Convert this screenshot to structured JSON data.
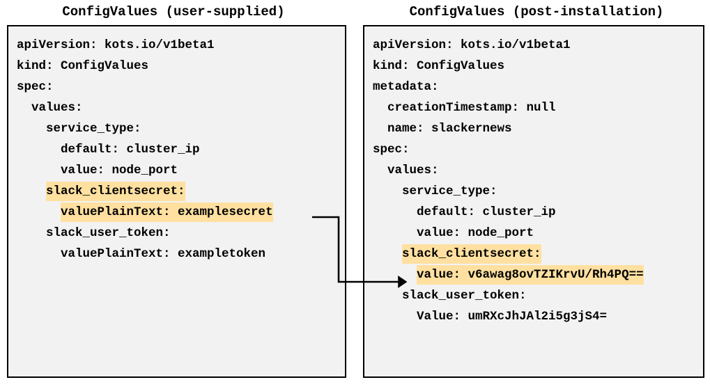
{
  "page": {
    "background_color": "#ffffff",
    "highlight_color": "#ffe0a0",
    "box_fill_color": "#f2f2f2",
    "box_border_color": "#000000",
    "text_color": "#000000"
  },
  "panels": {
    "left": {
      "title": "ConfigValues (user-supplied)",
      "lines": [
        {
          "indent": 0,
          "text": "apiVersion: kots.io/v1beta1",
          "highlight": false
        },
        {
          "indent": 0,
          "text": "kind: ConfigValues",
          "highlight": false
        },
        {
          "indent": 0,
          "text": "spec:",
          "highlight": false
        },
        {
          "indent": 1,
          "text": "values:",
          "highlight": false
        },
        {
          "indent": 2,
          "text": "service_type:",
          "highlight": false
        },
        {
          "indent": 3,
          "text": "default: cluster_ip",
          "highlight": false
        },
        {
          "indent": 3,
          "text": "value: node_port",
          "highlight": false
        },
        {
          "indent": 2,
          "text": "slack_clientsecret:",
          "highlight": true
        },
        {
          "indent": 3,
          "text": "valuePlainText: examplesecret",
          "highlight": true
        },
        {
          "indent": 2,
          "text": "slack_user_token:",
          "highlight": false
        },
        {
          "indent": 3,
          "text": "valuePlainText: exampletoken",
          "highlight": false
        }
      ]
    },
    "right": {
      "title": "ConfigValues (post-installation)",
      "lines": [
        {
          "indent": 0,
          "text": "apiVersion: kots.io/v1beta1",
          "highlight": false
        },
        {
          "indent": 0,
          "text": "kind: ConfigValues",
          "highlight": false
        },
        {
          "indent": 0,
          "text": "metadata:",
          "highlight": false
        },
        {
          "indent": 1,
          "text": "creationTimestamp: null",
          "highlight": false
        },
        {
          "indent": 1,
          "text": "name: slackernews",
          "highlight": false
        },
        {
          "indent": 0,
          "text": "spec:",
          "highlight": false
        },
        {
          "indent": 1,
          "text": "values:",
          "highlight": false
        },
        {
          "indent": 2,
          "text": "service_type:",
          "highlight": false
        },
        {
          "indent": 3,
          "text": "default: cluster_ip",
          "highlight": false
        },
        {
          "indent": 3,
          "text": "value: node_port",
          "highlight": false
        },
        {
          "indent": 2,
          "text": "slack_clientsecret:",
          "highlight": true
        },
        {
          "indent": 3,
          "text": "value: v6awag8ovTZIKrvU/Rh4PQ==",
          "highlight": true
        },
        {
          "indent": 2,
          "text": "slack_user_token:",
          "highlight": false
        },
        {
          "indent": 3,
          "text": "Value: umRXcJhJAl2i5g3jS4=",
          "highlight": false
        }
      ]
    }
  },
  "connector": {
    "description": "arrow-from-examplesecret-to-encrypted-value",
    "from_line": "valuePlainText: examplesecret",
    "to_line": "value: v6awag8ovTZIKrvU/Rh4PQ=="
  }
}
